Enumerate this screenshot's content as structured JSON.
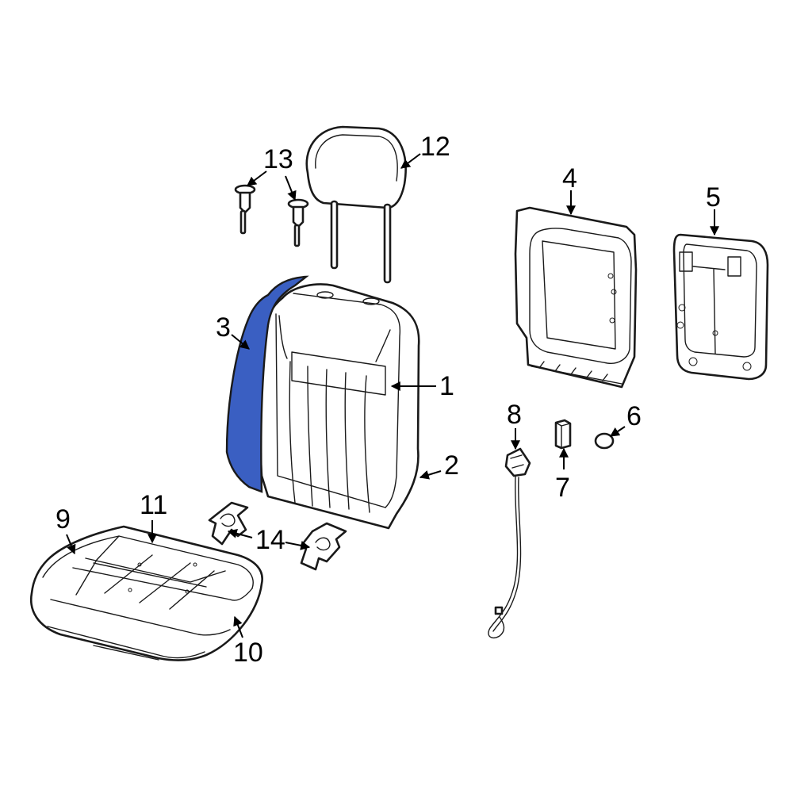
{
  "colors": {
    "highlight": "#3a5fc2",
    "line": "#1a1a1a",
    "background": "#ffffff"
  },
  "highlighted_part": "3",
  "callouts": [
    {
      "id": "c1",
      "label": "1"
    },
    {
      "id": "c2",
      "label": "2"
    },
    {
      "id": "c3",
      "label": "3"
    },
    {
      "id": "c4",
      "label": "4"
    },
    {
      "id": "c5",
      "label": "5"
    },
    {
      "id": "c6",
      "label": "6"
    },
    {
      "id": "c7",
      "label": "7"
    },
    {
      "id": "c8",
      "label": "8"
    },
    {
      "id": "c9",
      "label": "9"
    },
    {
      "id": "c10",
      "label": "10"
    },
    {
      "id": "c11",
      "label": "11"
    },
    {
      "id": "c12",
      "label": "12"
    },
    {
      "id": "c13",
      "label": "13"
    },
    {
      "id": "c14",
      "label": "14"
    }
  ]
}
